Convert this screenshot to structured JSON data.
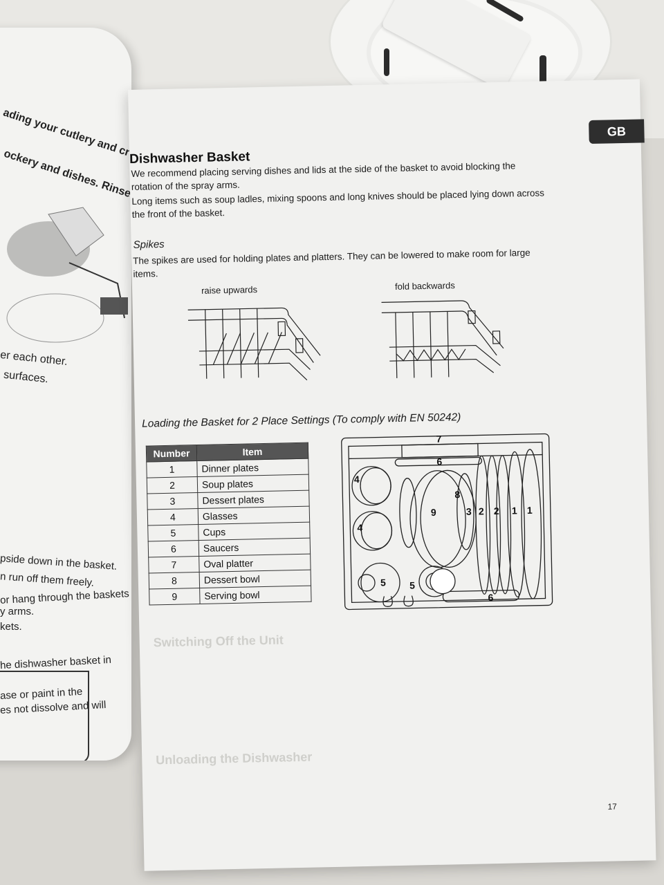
{
  "left_page": {
    "lines": [
      "ading your cutlery and cro",
      "ockery and dishes. Rinse if nec",
      "er each other.",
      "surfaces.",
      "pside down in the basket.",
      "n run off them freely.",
      "or hang through the baskets",
      "y arms.",
      "kets.",
      "he dishwasher basket in",
      "ase or paint in the",
      "es not dissolve and will"
    ]
  },
  "right_page": {
    "tab": "GB",
    "title": "Dishwasher Basket",
    "para1": "We recommend placing serving dishes and lids at the side of the basket to avoid blocking the rotation of the spray arms.",
    "para2": "Long items such as soup ladles, mixing spoons and long knives should be placed lying down across the front of the basket.",
    "spikes_title": "Spikes",
    "spikes_text": "The spikes are used for holding plates and platters. They can be lowered to make room for large items.",
    "fig1_label": "raise upwards",
    "fig2_label": "fold backwards",
    "loading_title": "Loading the Basket for 2 Place Settings (To comply with EN 50242)",
    "table": {
      "headers": [
        "Number",
        "Item"
      ],
      "rows": [
        [
          "1",
          "Dinner plates"
        ],
        [
          "2",
          "Soup plates"
        ],
        [
          "3",
          "Dessert plates"
        ],
        [
          "4",
          "Glasses"
        ],
        [
          "5",
          "Cups"
        ],
        [
          "6",
          "Saucers"
        ],
        [
          "7",
          "Oval platter"
        ],
        [
          "8",
          "Dessert bowl"
        ],
        [
          "9",
          "Serving bowl"
        ]
      ]
    },
    "diagram_numbers": {
      "top7": "7",
      "top6": "6",
      "glass_a": "4",
      "glass_b": "4",
      "bowl8": "8",
      "bowl9": "9",
      "p3": "3",
      "p2a": "2",
      "p2b": "2",
      "p1a": "1",
      "p1b": "1",
      "cup_a": "5",
      "cup_b": "5",
      "bottom6": "6"
    },
    "page_number": "17"
  }
}
